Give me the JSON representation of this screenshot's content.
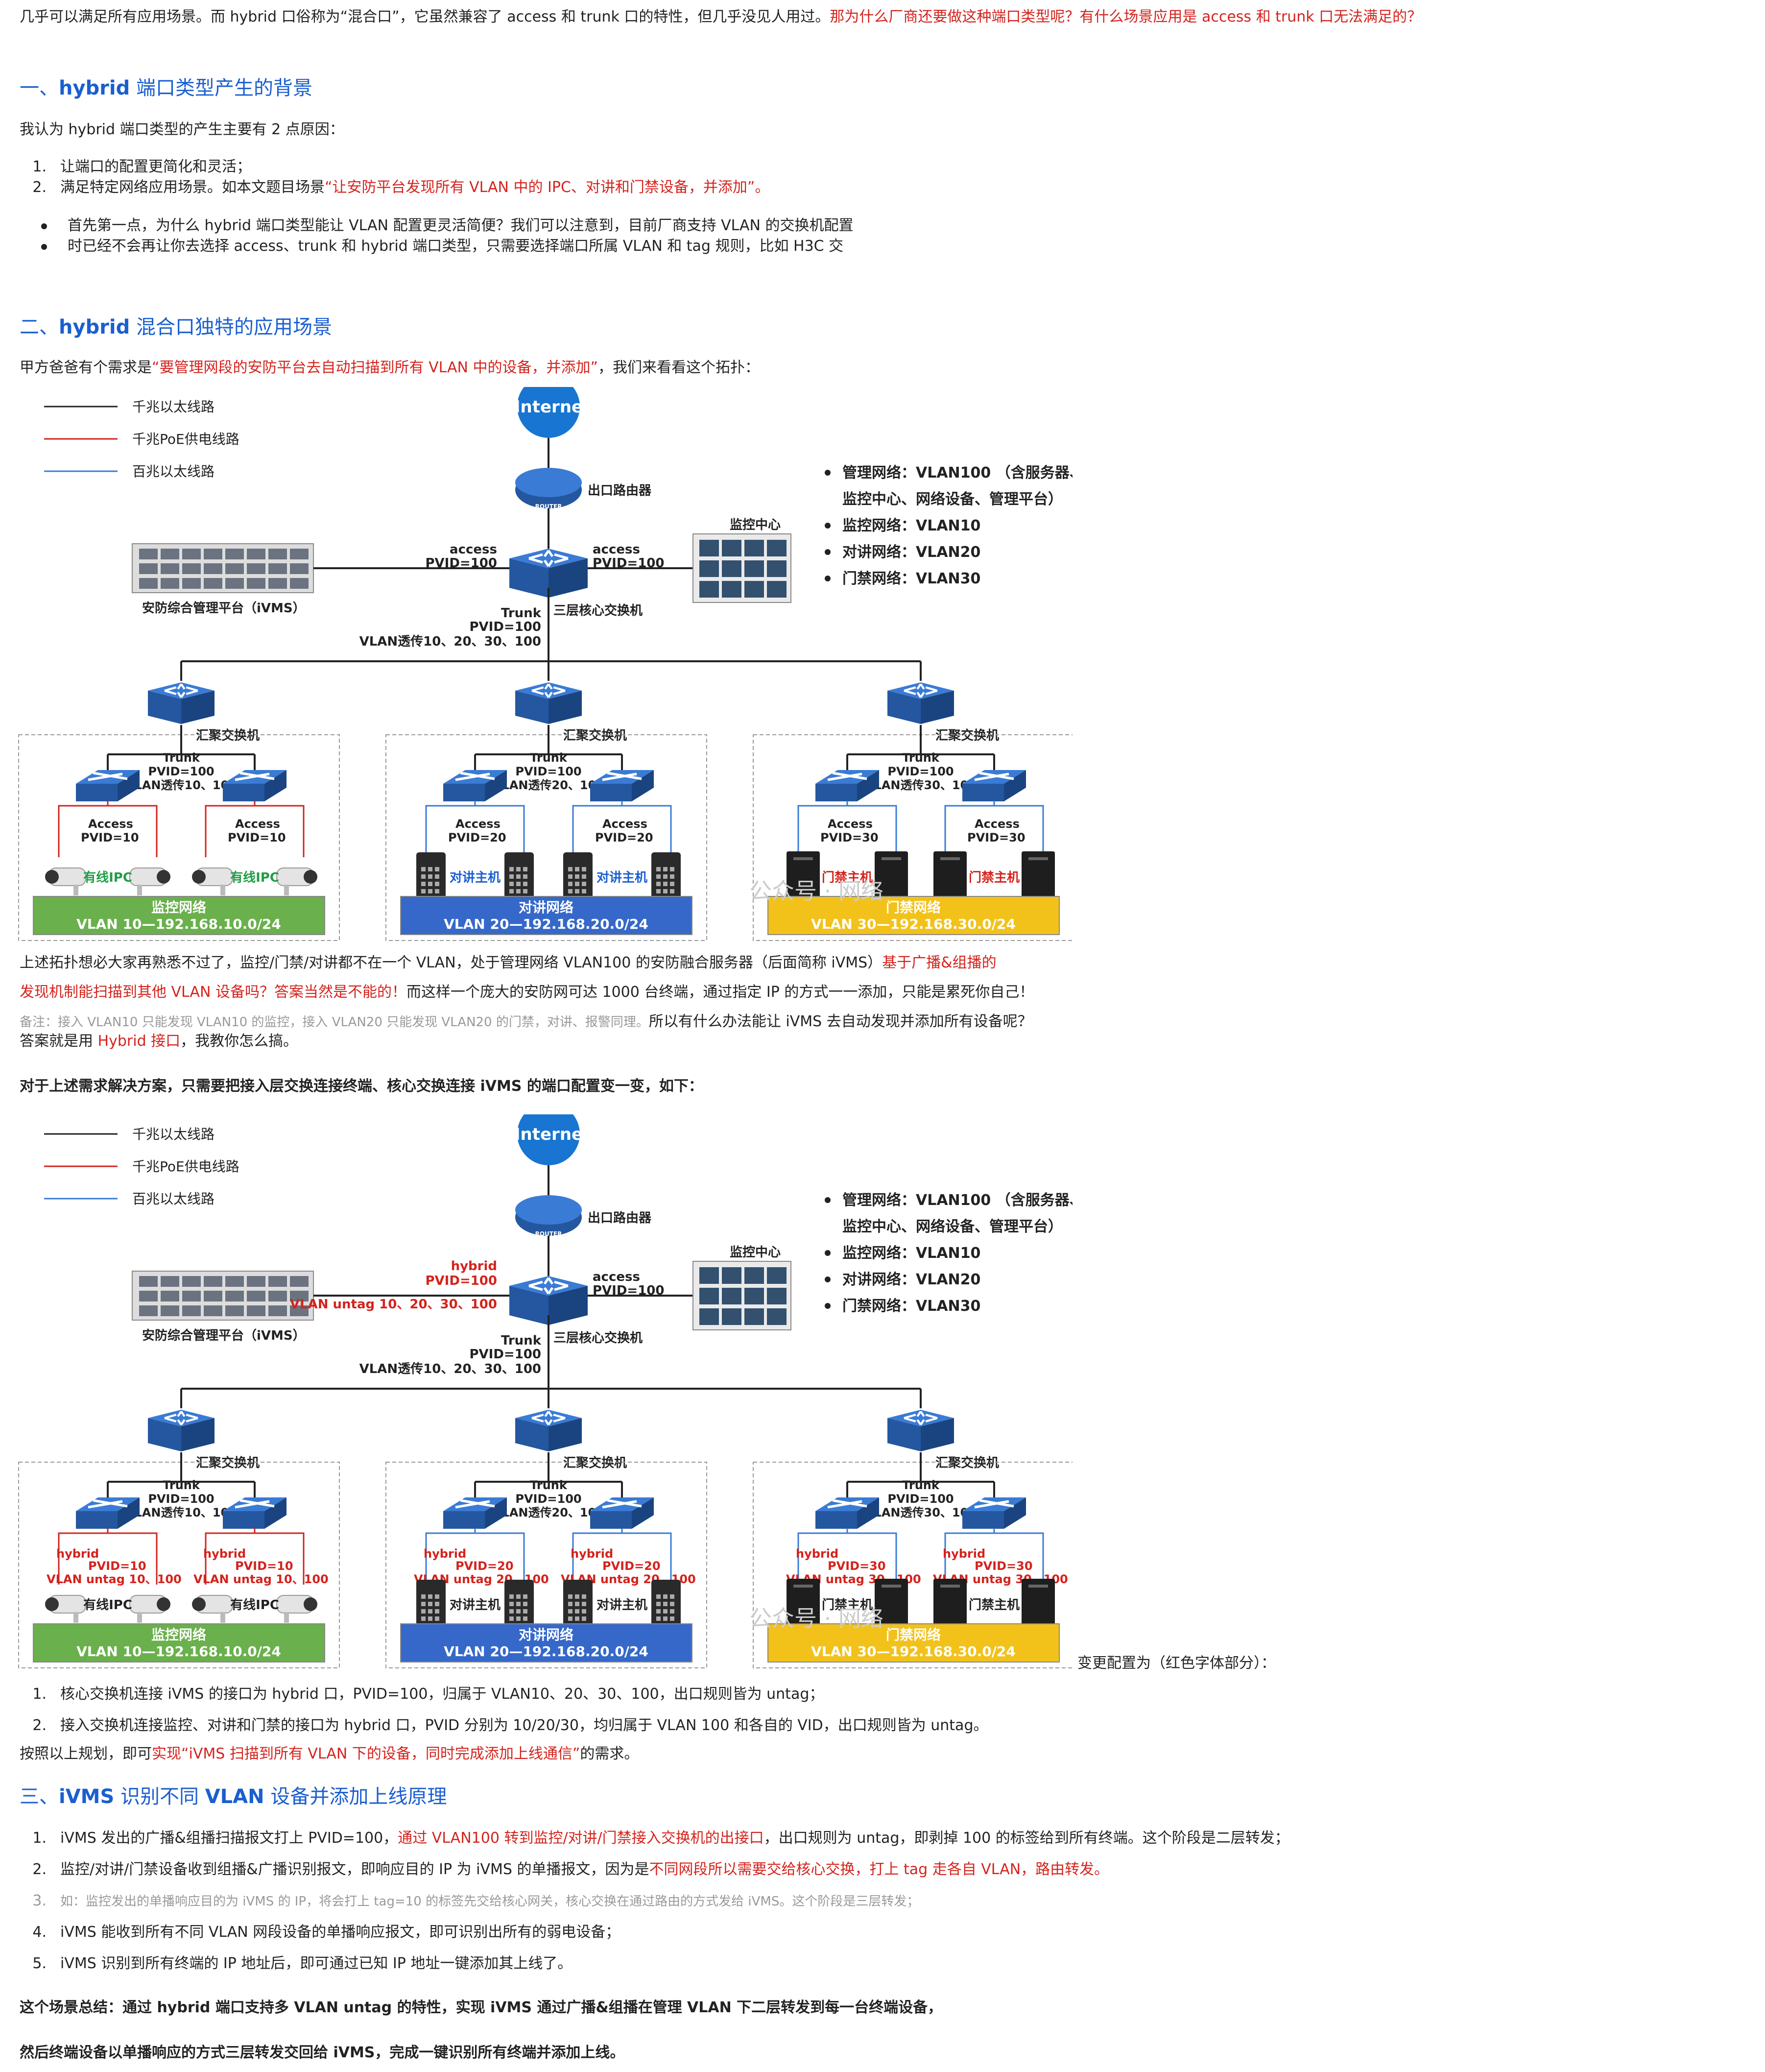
{
  "intro": {
    "p1": "几乎可以满足所有应用场景。而 hybrid 口俗称为“混合口”，它虽然兼容了 access 和 trunk 口的特性，但几乎没见人用过。",
    "p1_red": "那为什么厂商还要做这种端口类型呢？有什么场景应用是 access 和 trunk 口无法满足的？"
  },
  "s1": {
    "title_pre": "一、",
    "title_bold": "hybrid",
    "title_post": " 端口类型产生的背景",
    "lead": "我认为 hybrid 端口类型的产生主要有 2 点原因：",
    "items": [
      {
        "n": "1.",
        "text": "让端口的配置更简化和灵活；"
      },
      {
        "n": "2.",
        "text": "满足特定网络应用场景。如本文题目场景",
        "red": "“让安防平台发现所有 VLAN 中的 IPC、对讲和门禁设备，并添加”。"
      }
    ],
    "bullets": [
      "首先第一点，为什么 hybrid 端口类型能让 VLAN 配置更灵活简便？我们可以注意到，目前厂商支持 VLAN 的交换机配置",
      "时已经不会再让你去选择 access、trunk 和 hybrid 端口类型，只需要选择端口所属 VLAN 和 tag 规则，比如 H3C 交"
    ]
  },
  "s2": {
    "title_pre": "二、",
    "title_bold": "hybrid",
    "title_post": " 混合口独特的应用场景",
    "lead_pre": "甲方爸爸有个需求是",
    "lead_red": "“要管理网段的安防平台去自动扫描到所有 VLAN 中的设备，并添加”",
    "lead_post": "，我们来看看这个拓扑：",
    "after1_pre": "上述拓扑想必大家再熟悉不过了，监控/门禁/对讲都不在一个 VLAN，处于管理网络 VLAN100 的安防融合服务器（后面简称 iVMS）",
    "after1_red": "基于广播&组播的",
    "after2_red": "发现机制能扫描到其他 VLAN 设备吗？答案当然是不能的！",
    "after2_post": "而这样一个庞大的安防网可达 1000 台终端，通过指定 IP 的方式一一添加，只能是累死你自己！",
    "note_gray": "备注：接入 VLAN10 只能发现 VLAN10 的监控，接入 VLAN20 只能发现 VLAN20 的门禁，对讲、报警同理。",
    "note_post": "所以有什么办法能让 iVMS 去自动发现并添加所有设备呢？",
    "answer_pre": "答案就是用 ",
    "answer_red": "Hybrid 接口",
    "answer_post": "，我教你怎么搞。",
    "solution": "对于上述需求解决方案，只需要把接入层交换连接终端、核心交换连接 iVMS 的端口配置变一变，如下：",
    "change_note": "变更配置为（红色字体部分）：",
    "changes": [
      {
        "n": "1.",
        "text": "核心交换机连接 iVMS 的接口为 hybrid 口，PVID=100，归属于 VLAN10、20、30、100，出口规则皆为 untag；"
      },
      {
        "n": "2.",
        "text": "接入交换机连接监控、对讲和门禁的接口为 hybrid 口，PVID 分别为 10/20/30，均归属于 VLAN 100 和各自的 VID，出口规则皆为 untag。"
      }
    ],
    "plan_pre": "按照以上规划，即可",
    "plan_red": "实现“iVMS 扫描到所有 VLAN 下的设备，同时完成添加上线通信”",
    "plan_post": "的需求。"
  },
  "s3": {
    "title_pre": "三、",
    "title_bold": "iVMS",
    "title_mid": " 识别不同 ",
    "title_bold2": "VLAN",
    "title_post": " 设备并添加上线原理",
    "items": [
      {
        "n": "1.",
        "pre": "iVMS 发出的广播&组播扫描报文打上 PVID=100，",
        "red": "通过 VLAN100 转到监控/对讲/门禁接入交换机的出接口",
        "post": "，出口规则为 untag，即剥掉 100 的标签给到所有终端。这个阶段是二层转发；",
        "gray": false
      },
      {
        "n": "2.",
        "pre": "监控/对讲/门禁设备收到组播&广播识别报文，即响应目的 IP 为 iVMS 的单播报文，因为是",
        "red": "不同网段所以需要交给核心交换，打上 tag 走各自 VLAN，路由转发。",
        "post": "",
        "gray": false
      },
      {
        "n": "3.",
        "pre": "如：监控发出的单播响应目的为 iVMS 的 IP，将会打上 tag=10 的标签先交给核心网关，核心交换在通过路由的方式发给 iVMS。这个阶段是三层转发；",
        "red": "",
        "post": "",
        "gray": true
      },
      {
        "n": "4.",
        "pre": "iVMS 能收到所有不同 VLAN 网段设备的单播响应报文，即可识别出所有的弱电设备；",
        "red": "",
        "post": "",
        "gray": false
      },
      {
        "n": "5.",
        "pre": "iVMS 识别到所有终端的 IP 地址后，即可通过已知 IP 地址一键添加其上线了。",
        "red": "",
        "post": "",
        "gray": false
      }
    ],
    "summary1": "这个场景总结：通过 hybrid 端口支持多 VLAN untag 的特性，实现 iVMS 通过广播&组播在管理 VLAN 下二层转发到每一台终端设备，",
    "summary2": "然后终端设备以单播响应的方式三层转发交回给 iVMS，完成一键识别所有终端并添加上线。"
  },
  "diagram": {
    "legend": [
      "千兆以太线路",
      "千兆PoE供电线路",
      "百兆以太线路"
    ],
    "internet": "Interne",
    "router": "出口路由器",
    "router_tag": "ROUTER",
    "monitor_center": "监控中心",
    "core": "三层核心交换机",
    "ivms": "安防综合管理平台（iVMS）",
    "agg": "汇聚交换机",
    "networks_info": [
      "管理网络：VLAN100 （含服务器、",
      "监控中心、网络设备、管理平台）",
      "监控网络：VLAN10",
      "对讲网络：VLAN20",
      "门禁网络：VLAN30"
    ],
    "access_lbl": "access",
    "pvid100": "PVID=100",
    "trunk": "Trunk",
    "trunk_vlans": "VLAN透传10、20、30、100",
    "agg_vlans": [
      "VLAN透传10、100",
      "VLAN透传20、100",
      "VLAN透传30、100"
    ],
    "access_pvid": [
      "PVID=10",
      "PVID=20",
      "PVID=30"
    ],
    "access_word": "Access",
    "hybrid_word": "hybrid",
    "untags": [
      "VLAN untag 10、100",
      "VLAN untag 20、100",
      "VLAN untag 30、100"
    ],
    "dev_labels": [
      "有线IPC",
      "对讲主机",
      "门禁主机"
    ],
    "zone_titles": [
      "监控网络",
      "对讲网络",
      "门禁网络"
    ],
    "zone_subnets": [
      "VLAN 10—192.168.10.0/24",
      "VLAN 20—192.168.20.0/24",
      "VLAN 30—192.168.30.0/24"
    ],
    "zone_colors": [
      "#6ab04c",
      "#3568c9",
      "#f2c21b"
    ],
    "core_untag": "VLAN untag 10、20、30、100",
    "watermark": "公众号 · 网络"
  }
}
